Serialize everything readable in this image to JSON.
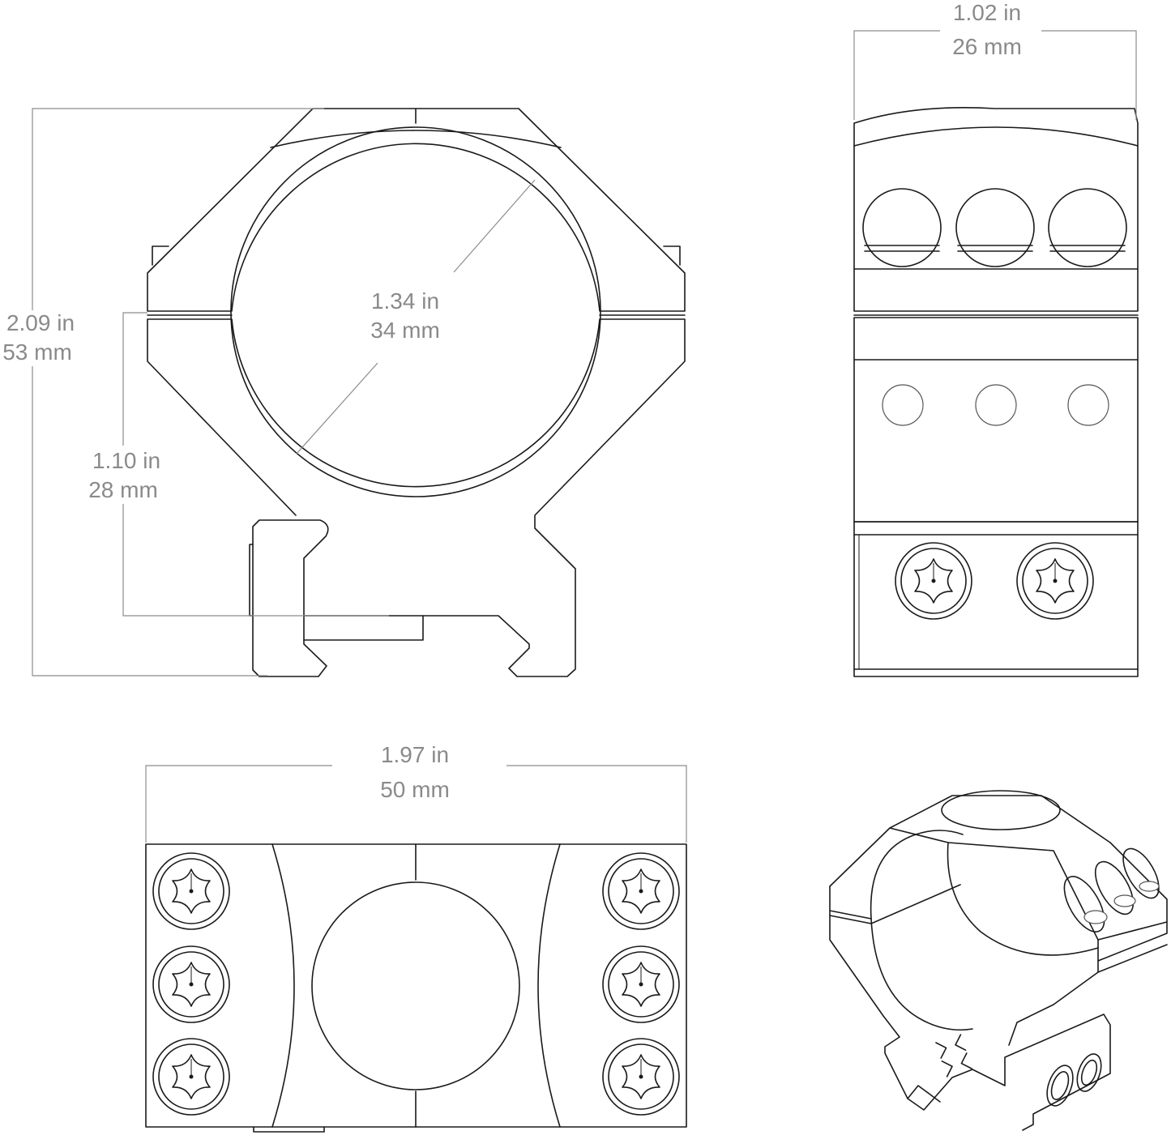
{
  "dimensions": {
    "height": {
      "inches": "2.09 in",
      "millimeters": "53 mm"
    },
    "tube_diameter": {
      "inches": "1.34 in",
      "millimeters": "34 mm"
    },
    "center_height": {
      "inches": "1.10 in",
      "millimeters": "28 mm"
    },
    "width": {
      "inches": "1.02 in",
      "millimeters": "26 mm"
    },
    "length": {
      "inches": "1.97 in",
      "millimeters": "50 mm"
    }
  },
  "colors": {
    "outline": "#1a1a1a",
    "dimension_line": "#8c8c8c",
    "label_text": "#8a8a8a",
    "background": "#ffffff"
  }
}
